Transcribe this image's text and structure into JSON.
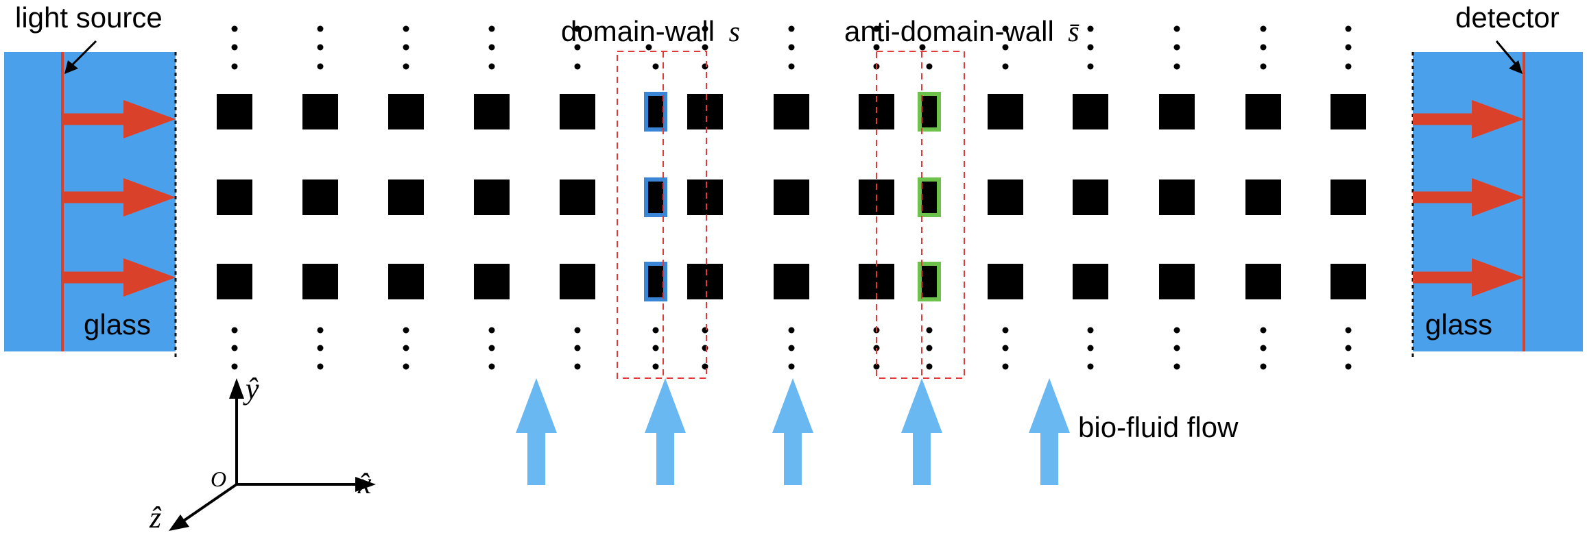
{
  "labels": {
    "light_source": "light source",
    "detector": "detector",
    "glass_left": "glass",
    "glass_right": "glass",
    "domain_wall": "domain-wall",
    "domain_wall_symbol": "s",
    "anti_domain_wall": "anti-domain-wall",
    "anti_domain_wall_symbol": "s̄",
    "flow": "bio-fluid flow"
  },
  "axes": {
    "origin": "O",
    "x": "x̂",
    "y": "ŷ",
    "z": "ẑ"
  },
  "lattice": {
    "rows": 3,
    "domain_wall_marker": "blue",
    "anti_domain_wall_marker": "green"
  },
  "colors": {
    "glass": "#4aa0ea",
    "light_line": "#d9412b",
    "arrow": "#d9412b",
    "pillar": "#000000",
    "domain_wall_box": "#3a85d6",
    "anti_domain_wall_box": "#6cc24a",
    "dashed_box": "#e0393a",
    "flow_arrow": "#6ab8f2"
  }
}
